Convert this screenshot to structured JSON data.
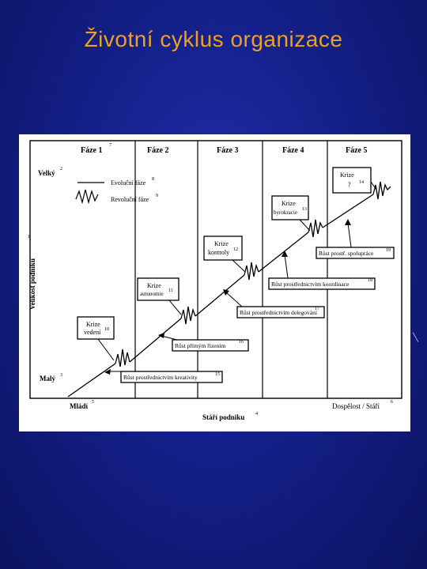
{
  "slide": {
    "title": "Životní cyklus organizace"
  },
  "figure": {
    "phases": [
      "Fáze 1",
      "Fáze 2",
      "Fáze 3",
      "Fáze 4",
      "Fáze 5"
    ],
    "phase_note": "7",
    "legend": [
      {
        "label": "Evoluční fáze",
        "note": "8"
      },
      {
        "label": "Revoluční fáze",
        "note": "9"
      }
    ],
    "y_axis": {
      "label": "Velikost podniku",
      "note": "1"
    },
    "y_top": {
      "label": "Velký",
      "note": "2"
    },
    "y_bottom": {
      "label": "Malý",
      "note": "3"
    },
    "x_axis": {
      "label": "Stáří podniku",
      "note": "4"
    },
    "x_left": {
      "label": "Mládí",
      "note": "5"
    },
    "x_right": {
      "label": "Dospělost / Stáří",
      "note": "6"
    },
    "crises": [
      {
        "line1": "Krize",
        "line2": "vedení",
        "note": "10"
      },
      {
        "line1": "Krize",
        "line2": "autonomie",
        "note": "11"
      },
      {
        "line1": "Krize",
        "line2": "kontroly",
        "note": "12"
      },
      {
        "line1": "Krize",
        "line2": "byrokracie",
        "note": "13"
      },
      {
        "line1": "Krize",
        "line2": "?",
        "note": "14"
      }
    ],
    "growth": [
      {
        "label": "Růst prostřednictvím kreativity",
        "note": "15"
      },
      {
        "label": "Růst přímým řízením",
        "note": "16"
      },
      {
        "label": "Růst prostřednictvím delegování",
        "note": "17"
      },
      {
        "label": "Růst prostřednictvím koordinace",
        "note": "18"
      },
      {
        "label": "Růst prostř. spolupráce",
        "note": "19"
      }
    ]
  }
}
